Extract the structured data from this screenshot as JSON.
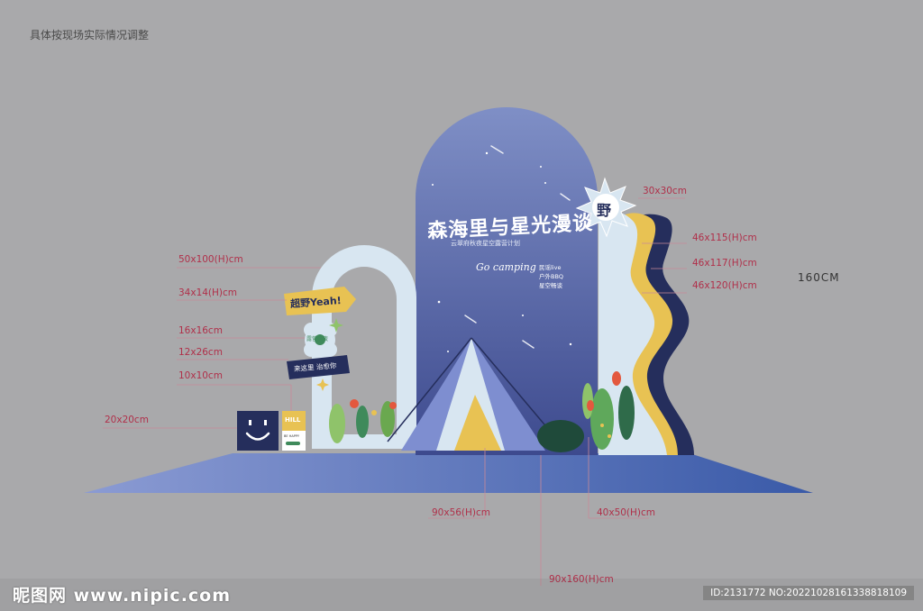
{
  "note": "具体按现场实际情况调整",
  "height_label": "160CM",
  "dimensions": {
    "star_badge": "30x30cm",
    "wave1": "46x115(H)cm",
    "wave2": "46x117(H)cm",
    "wave3": "46x120(H)cm",
    "small_arch": "50x100(H)cm",
    "arrow_sign": "34x14(H)cm",
    "green_badge": "16x16cm",
    "tag_sign": "12x26cm",
    "hill_sign": "10x10cm",
    "smile_box": "20x20cm",
    "tent": "90x56(H)cm",
    "plants": "40x50(H)cm",
    "main_arch": "90x160(H)cm"
  },
  "main_title": "森海里与星光漫谈",
  "subtitle": "云翠府秋夜星空露营计划",
  "badge_text": "野",
  "slogan": "Go camping",
  "menu_items": [
    "民谣live",
    "户外BBQ",
    "星空畅谈"
  ],
  "arrow_text": "超野Yeah!",
  "tag_text": "来这里 治愈你",
  "hill_text": "HILL",
  "hill_small_text": "BE HAPPY",
  "green_badge_text": "露营之夜",
  "footer_logo": "昵图网 www.nipic.com",
  "footer_id": "ID:2131772 NO:20221028161338818109",
  "colors": {
    "background": "#a9a9ab",
    "arch_top": "#7f8fc6",
    "arch_bottom": "#3d4a8e",
    "light_blue": "#d8e6f1",
    "yellow": "#e8c253",
    "navy": "#252e5c",
    "floor": "#5b74c0",
    "dimension_red": "#b0304a"
  }
}
